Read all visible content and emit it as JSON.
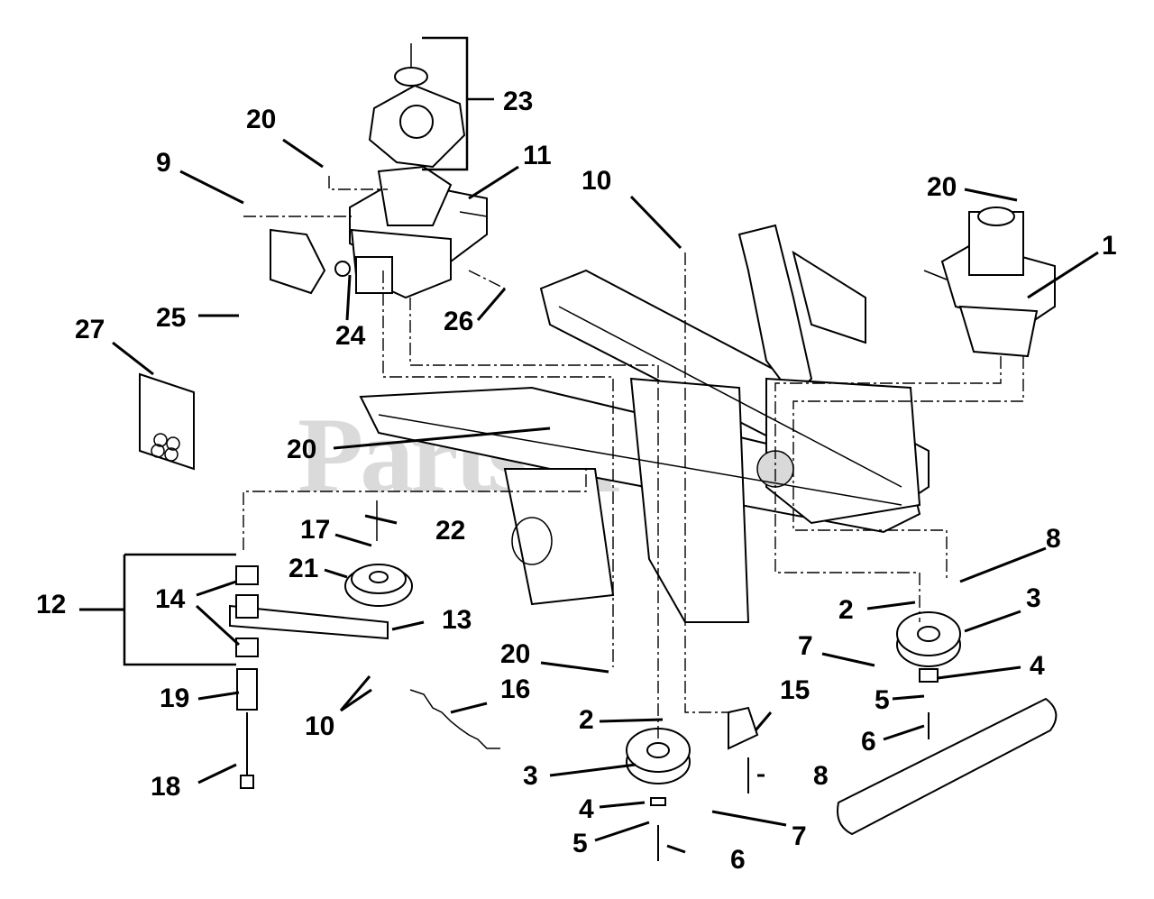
{
  "watermark": "PartsTree",
  "callouts": {
    "c1": "1",
    "c2a": "2",
    "c2b": "2",
    "c3a": "3",
    "c3b": "3",
    "c4a": "4",
    "c4b": "4",
    "c5a": "5",
    "c5b": "5",
    "c6a": "6",
    "c6b": "6",
    "c7a": "7",
    "c7b": "7",
    "c8a": "8",
    "c8b": "8",
    "c9": "9",
    "c10a": "10",
    "c10b": "10",
    "c11": "11",
    "c12": "12",
    "c13": "13",
    "c14": "14",
    "c15": "15",
    "c16": "16",
    "c17": "17",
    "c18": "18",
    "c19": "19",
    "c20a": "20",
    "c20b": "20",
    "c20c": "20",
    "c20d": "20",
    "c21": "21",
    "c22": "22",
    "c23": "23",
    "c24": "24",
    "c25": "25",
    "c26": "26",
    "c27": "27"
  }
}
